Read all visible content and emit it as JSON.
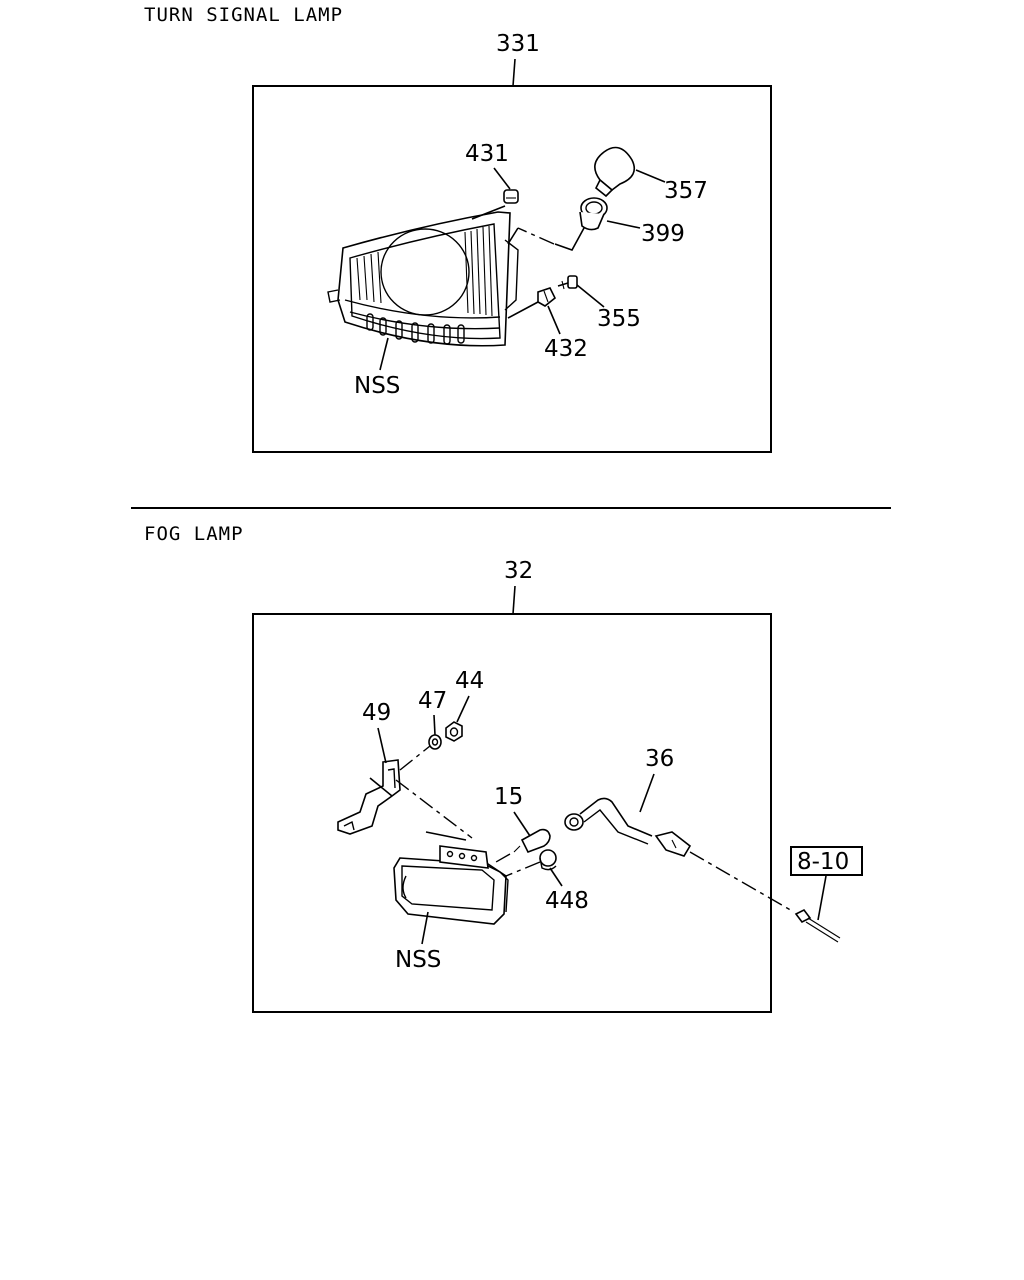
{
  "sections": {
    "turn_signal": {
      "title": "TURN SIGNAL LAMP",
      "assembly_ref": "331",
      "callouts": {
        "c431": "431",
        "c357": "357",
        "c399": "399",
        "c355": "355",
        "c432": "432",
        "nss": "NSS"
      }
    },
    "fog": {
      "title": "FOG LAMP",
      "assembly_ref": "32",
      "callouts": {
        "c49": "49",
        "c47": "47",
        "c44": "44",
        "c36": "36",
        "c15": "15",
        "c448": "448",
        "nss": "NSS",
        "ref_8_10": "8-10"
      }
    }
  }
}
